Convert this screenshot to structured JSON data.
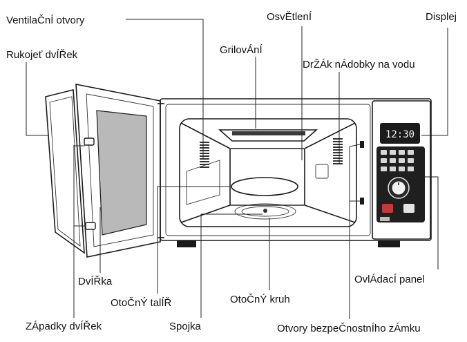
{
  "labels": {
    "ventilation": "VentilaČnÍ otvory",
    "lighting": "OsvĚtlenÍ",
    "display": "Displej",
    "door_handle": "Rukojeť dvÍŘek",
    "grill": "GrilovÁnÍ",
    "water_holder": "DrŽÁk nÁdobky na vodu",
    "door": "DvÍŘka",
    "turntable": "OtoČnÝ talÍŘ",
    "roller_ring": "OtoČnÝ kruh",
    "control_panel": "OvlÁdacÍ panel",
    "door_latches": "ZÁpadky dvÍŘek",
    "coupler": "Spojka",
    "safety_lock_holes": "Otvory bezpeČnostnÍho zÁmku"
  },
  "display_readout": "12:30",
  "colors": {
    "ink": "#1a1a1a",
    "display_bg": "#1b1b1b",
    "door_glass": "#b9b9b9"
  }
}
